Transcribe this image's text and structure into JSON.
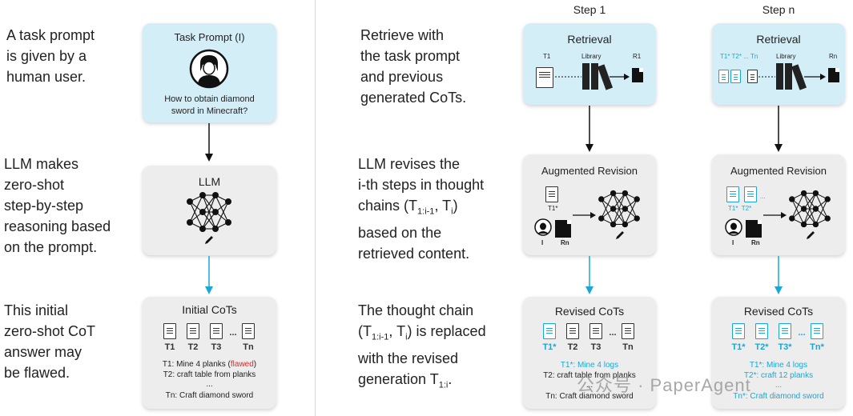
{
  "left_descriptions": {
    "task": [
      "A task prompt",
      "is given by a",
      "human user."
    ],
    "llm": [
      "LLM makes",
      "zero-shot",
      "step-by-step",
      "reasoning based",
      "on the prompt."
    ],
    "initial": [
      "This initial",
      "zero-shot CoT",
      "answer may",
      "be flawed."
    ]
  },
  "mid_descriptions": {
    "retrieve": [
      "Retrieve with",
      "the task prompt",
      "and previous",
      "generated CoTs."
    ],
    "revise_l1": "LLM revises the",
    "revise_l2": "i-th steps in thought",
    "revise_l3_a": "chains (T",
    "revise_l3_sub": "1:i-1",
    "revise_l3_b": ", T",
    "revise_l3_sub2": "i",
    "revise_l3_c": ")",
    "revise_l4": "based on the",
    "revise_l5": "retrieved content.",
    "replace_l1": "The thought chain",
    "replace_l2_a": "(T",
    "replace_l2_sub": "1:i-1",
    "replace_l2_b": ", T",
    "replace_l2_sub2": "i",
    "replace_l2_c": ") is replaced",
    "replace_l3": "with the revised",
    "replace_l4_a": "generation T",
    "replace_l4_sub": "1:i",
    "replace_l4_c": "."
  },
  "task_box": {
    "title": "Task Prompt (I)",
    "question": [
      "How to obtain diamond",
      "sword in Minecraft?"
    ]
  },
  "llm_box": {
    "title": "LLM"
  },
  "initial_cots": {
    "title": "Initial CoTs",
    "labels": [
      "T1",
      "T2",
      "T3",
      "...",
      "Tn"
    ],
    "line1_prefix": "T1: Mine 4 planks (",
    "line1_flag": "flawed",
    "line1_suffix": ")",
    "line2": "T2: craft table from planks",
    "ellipsis": "...",
    "line3": "Tn: Craft diamond sword"
  },
  "steps": {
    "step1": {
      "header": "Step 1",
      "retrieval_title": "Retrieval",
      "t_label": "T1",
      "library": "Library",
      "r_label": "R1",
      "revision_title": "Augmented Revision",
      "rev_doc_label": "T1*",
      "i_label": "I",
      "rn_label": "Rn",
      "revised_title": "Revised CoTs",
      "labels": [
        "T1*",
        "T2",
        "T3",
        "...",
        "Tn"
      ],
      "line1": "T1*: Mine 4 logs",
      "line2": "T2: craft table from planks",
      "ellipsis": "...",
      "line3": "Tn: Craft diamond sword"
    },
    "stepn": {
      "header": "Step n",
      "retrieval_title": "Retrieval",
      "t_labels": "T1* T2* ... Tn",
      "library": "Library",
      "r_label": "Rn",
      "revision_title": "Augmented Revision",
      "rev_doc_labels": "T1*  T2*",
      "dots": "...",
      "i_label": "I",
      "rn_label": "Rn",
      "revised_title": "Revised CoTs",
      "labels": [
        "T1*",
        "T2*",
        "T3*",
        "...",
        "Tn*"
      ],
      "line1": "T1*: Mine 4 logs",
      "line2": "T2*: craft 12 planks",
      "ellipsis": "...",
      "line3": "Tn*: Craft diamond sword"
    }
  },
  "watermark": "公众号 · PaperAgent",
  "colors": {
    "cyan": "#1aa7d6",
    "flag_red": "#e8251f",
    "blue_box": "#d4eef8",
    "gray_box": "#ededed"
  }
}
